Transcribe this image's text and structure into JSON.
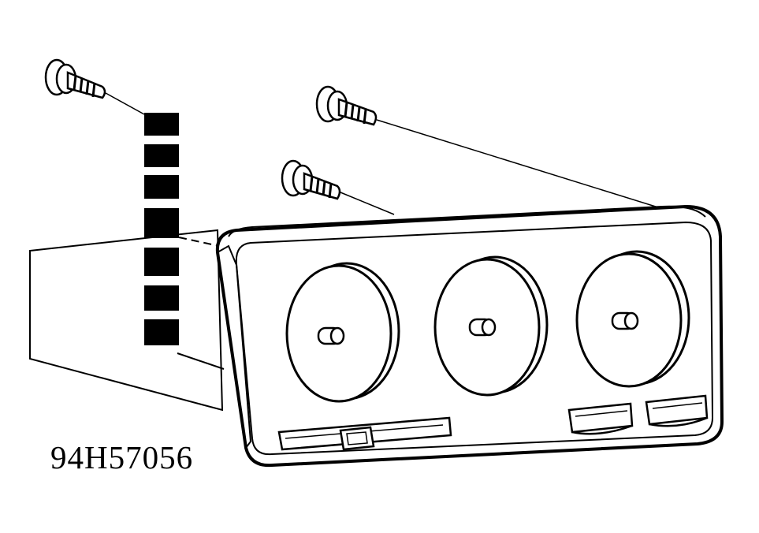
{
  "figure": {
    "id_label": "94H57056"
  },
  "parts": {
    "screws": [
      "screw",
      "screw",
      "screw"
    ],
    "knobs": [
      "knob",
      "knob",
      "knob"
    ],
    "buttons": [
      "push-button",
      "push-button"
    ],
    "slider": "slider-lever"
  },
  "colors": {
    "ink": "#000000",
    "paper": "#ffffff"
  }
}
